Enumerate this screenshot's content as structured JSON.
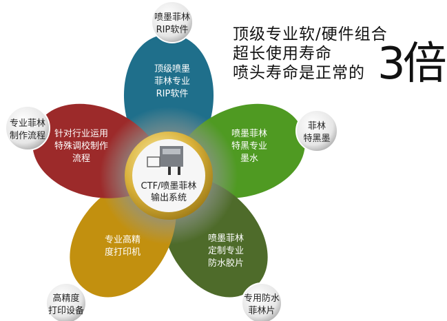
{
  "headline": {
    "lines": [
      "顶级专业软/硬件组合",
      "超长使用寿命",
      "喷头寿命是正常的"
    ],
    "emphasis": "3倍"
  },
  "center": {
    "lines": [
      "CTF/喷墨菲林",
      "输出系统"
    ],
    "icon": "printer-icon"
  },
  "petals": [
    {
      "color": "#1f6f8b",
      "lines": [
        "顶级喷墨",
        "菲林专业",
        "RIP软件"
      ],
      "badge": [
        "喷墨菲林",
        "RIP软件"
      ]
    },
    {
      "color": "#4f9a22",
      "lines": [
        "喷墨菲林",
        "特黑专业",
        "墨水"
      ],
      "badge": [
        "菲林",
        "特黑墨"
      ]
    },
    {
      "color": "#4e6b2a",
      "lines": [
        "喷墨菲林",
        "定制专业",
        "防水胶片"
      ],
      "badge": [
        "专用防水",
        "菲林片"
      ]
    },
    {
      "color": "#c2900f",
      "lines": [
        "专业高精",
        "度打印机"
      ],
      "badge": [
        "高精度",
        "打印设备"
      ]
    },
    {
      "color": "#9c2a2a",
      "lines": [
        "针对行业运用",
        "特殊调校制作",
        "流程"
      ],
      "badge": [
        "专业菲林",
        "制作流程"
      ]
    }
  ]
}
